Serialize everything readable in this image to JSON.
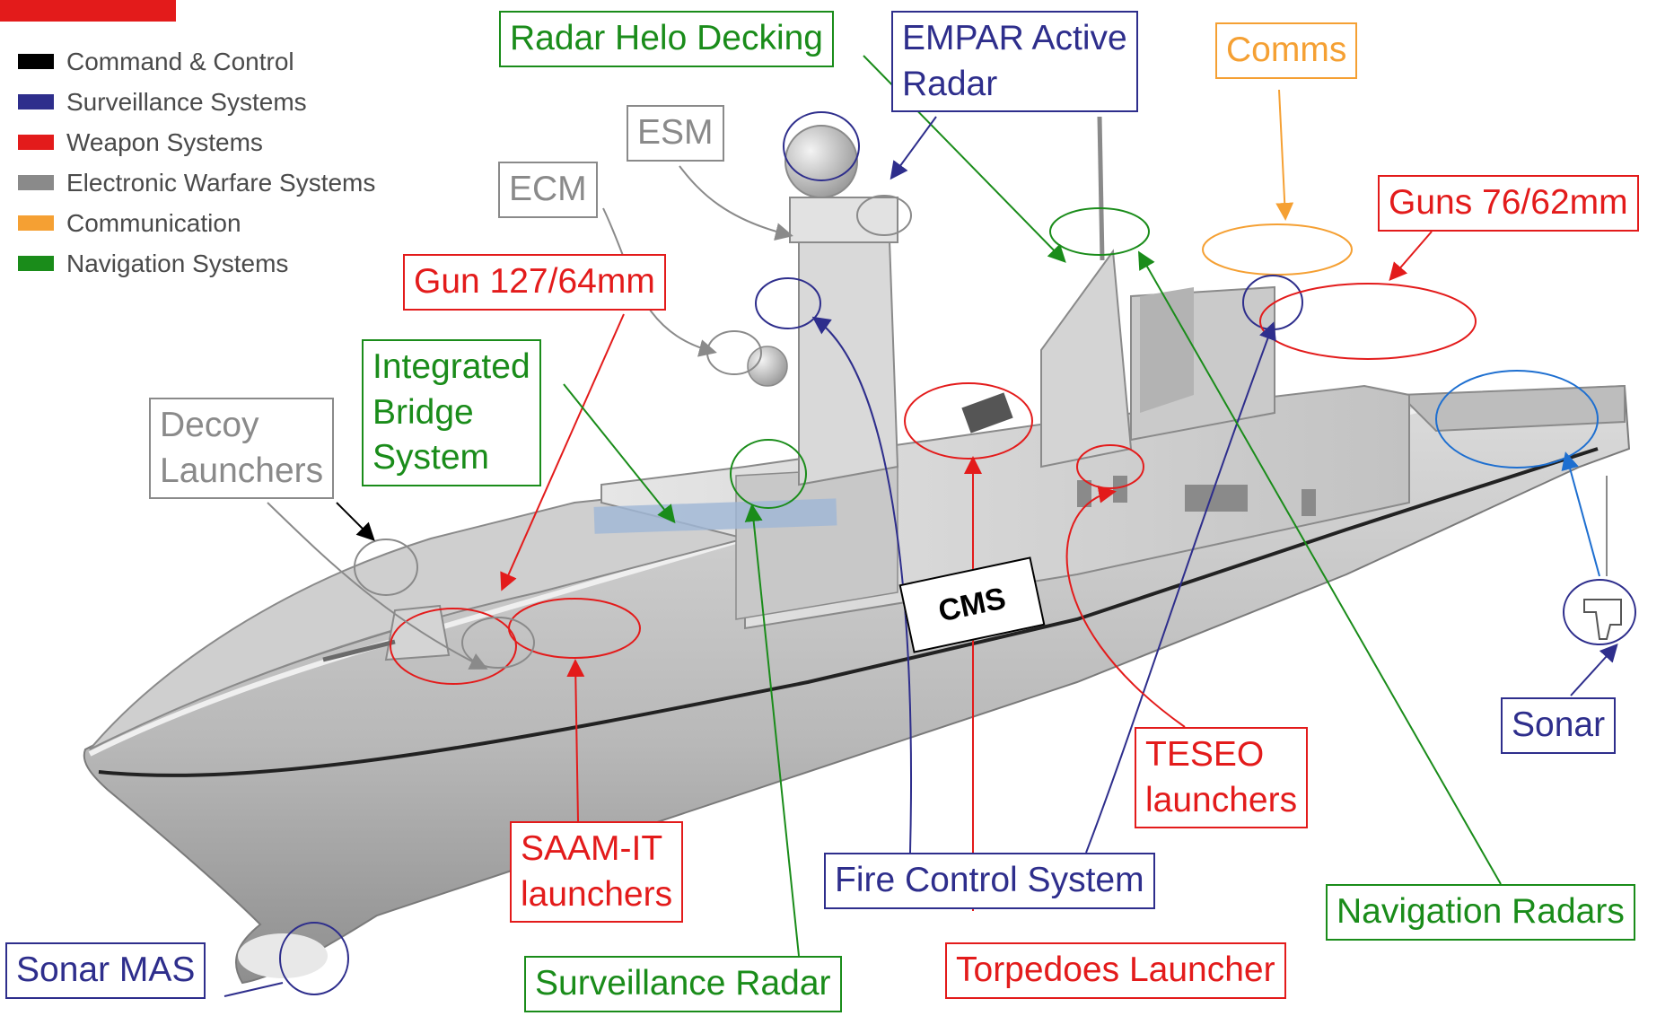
{
  "legend": [
    {
      "label": "Command & Control",
      "color": "#000000"
    },
    {
      "label": "Surveillance Systems",
      "color": "#2e2e8c"
    },
    {
      "label": "Weapon Systems",
      "color": "#e31b1b"
    },
    {
      "label": "Electronic Warfare Systems",
      "color": "#8a8a8a"
    },
    {
      "label": "Communication",
      "color": "#f5a033"
    },
    {
      "label": "Navigation Systems",
      "color": "#1a8c1a"
    }
  ],
  "callouts": {
    "radar_helo_decking": "Radar Helo Decking",
    "empar_line1": "EMPAR Active",
    "empar_line2": "Radar",
    "comms": "Comms",
    "esm": "ESM",
    "ecm": "ECM",
    "guns_76": "Guns 76/62mm",
    "gun_127": "Gun 127/64mm",
    "ibs_line1": "Integrated",
    "ibs_line2": "Bridge",
    "ibs_line3": "System",
    "decoy_line1": "Decoy",
    "decoy_line2": "Launchers",
    "cms": "CMS",
    "teseo_line1": "TESEO",
    "teseo_line2": "launchers",
    "sonar": "Sonar",
    "saam_line1": "SAAM-IT",
    "saam_line2": "launchers",
    "fire_control": "Fire Control System",
    "navigation_radars": "Navigation Radars",
    "sonar_mas": "Sonar MAS",
    "surveillance_radar": "Surveillance Radar",
    "torpedoes": "Torpedoes Launcher"
  }
}
